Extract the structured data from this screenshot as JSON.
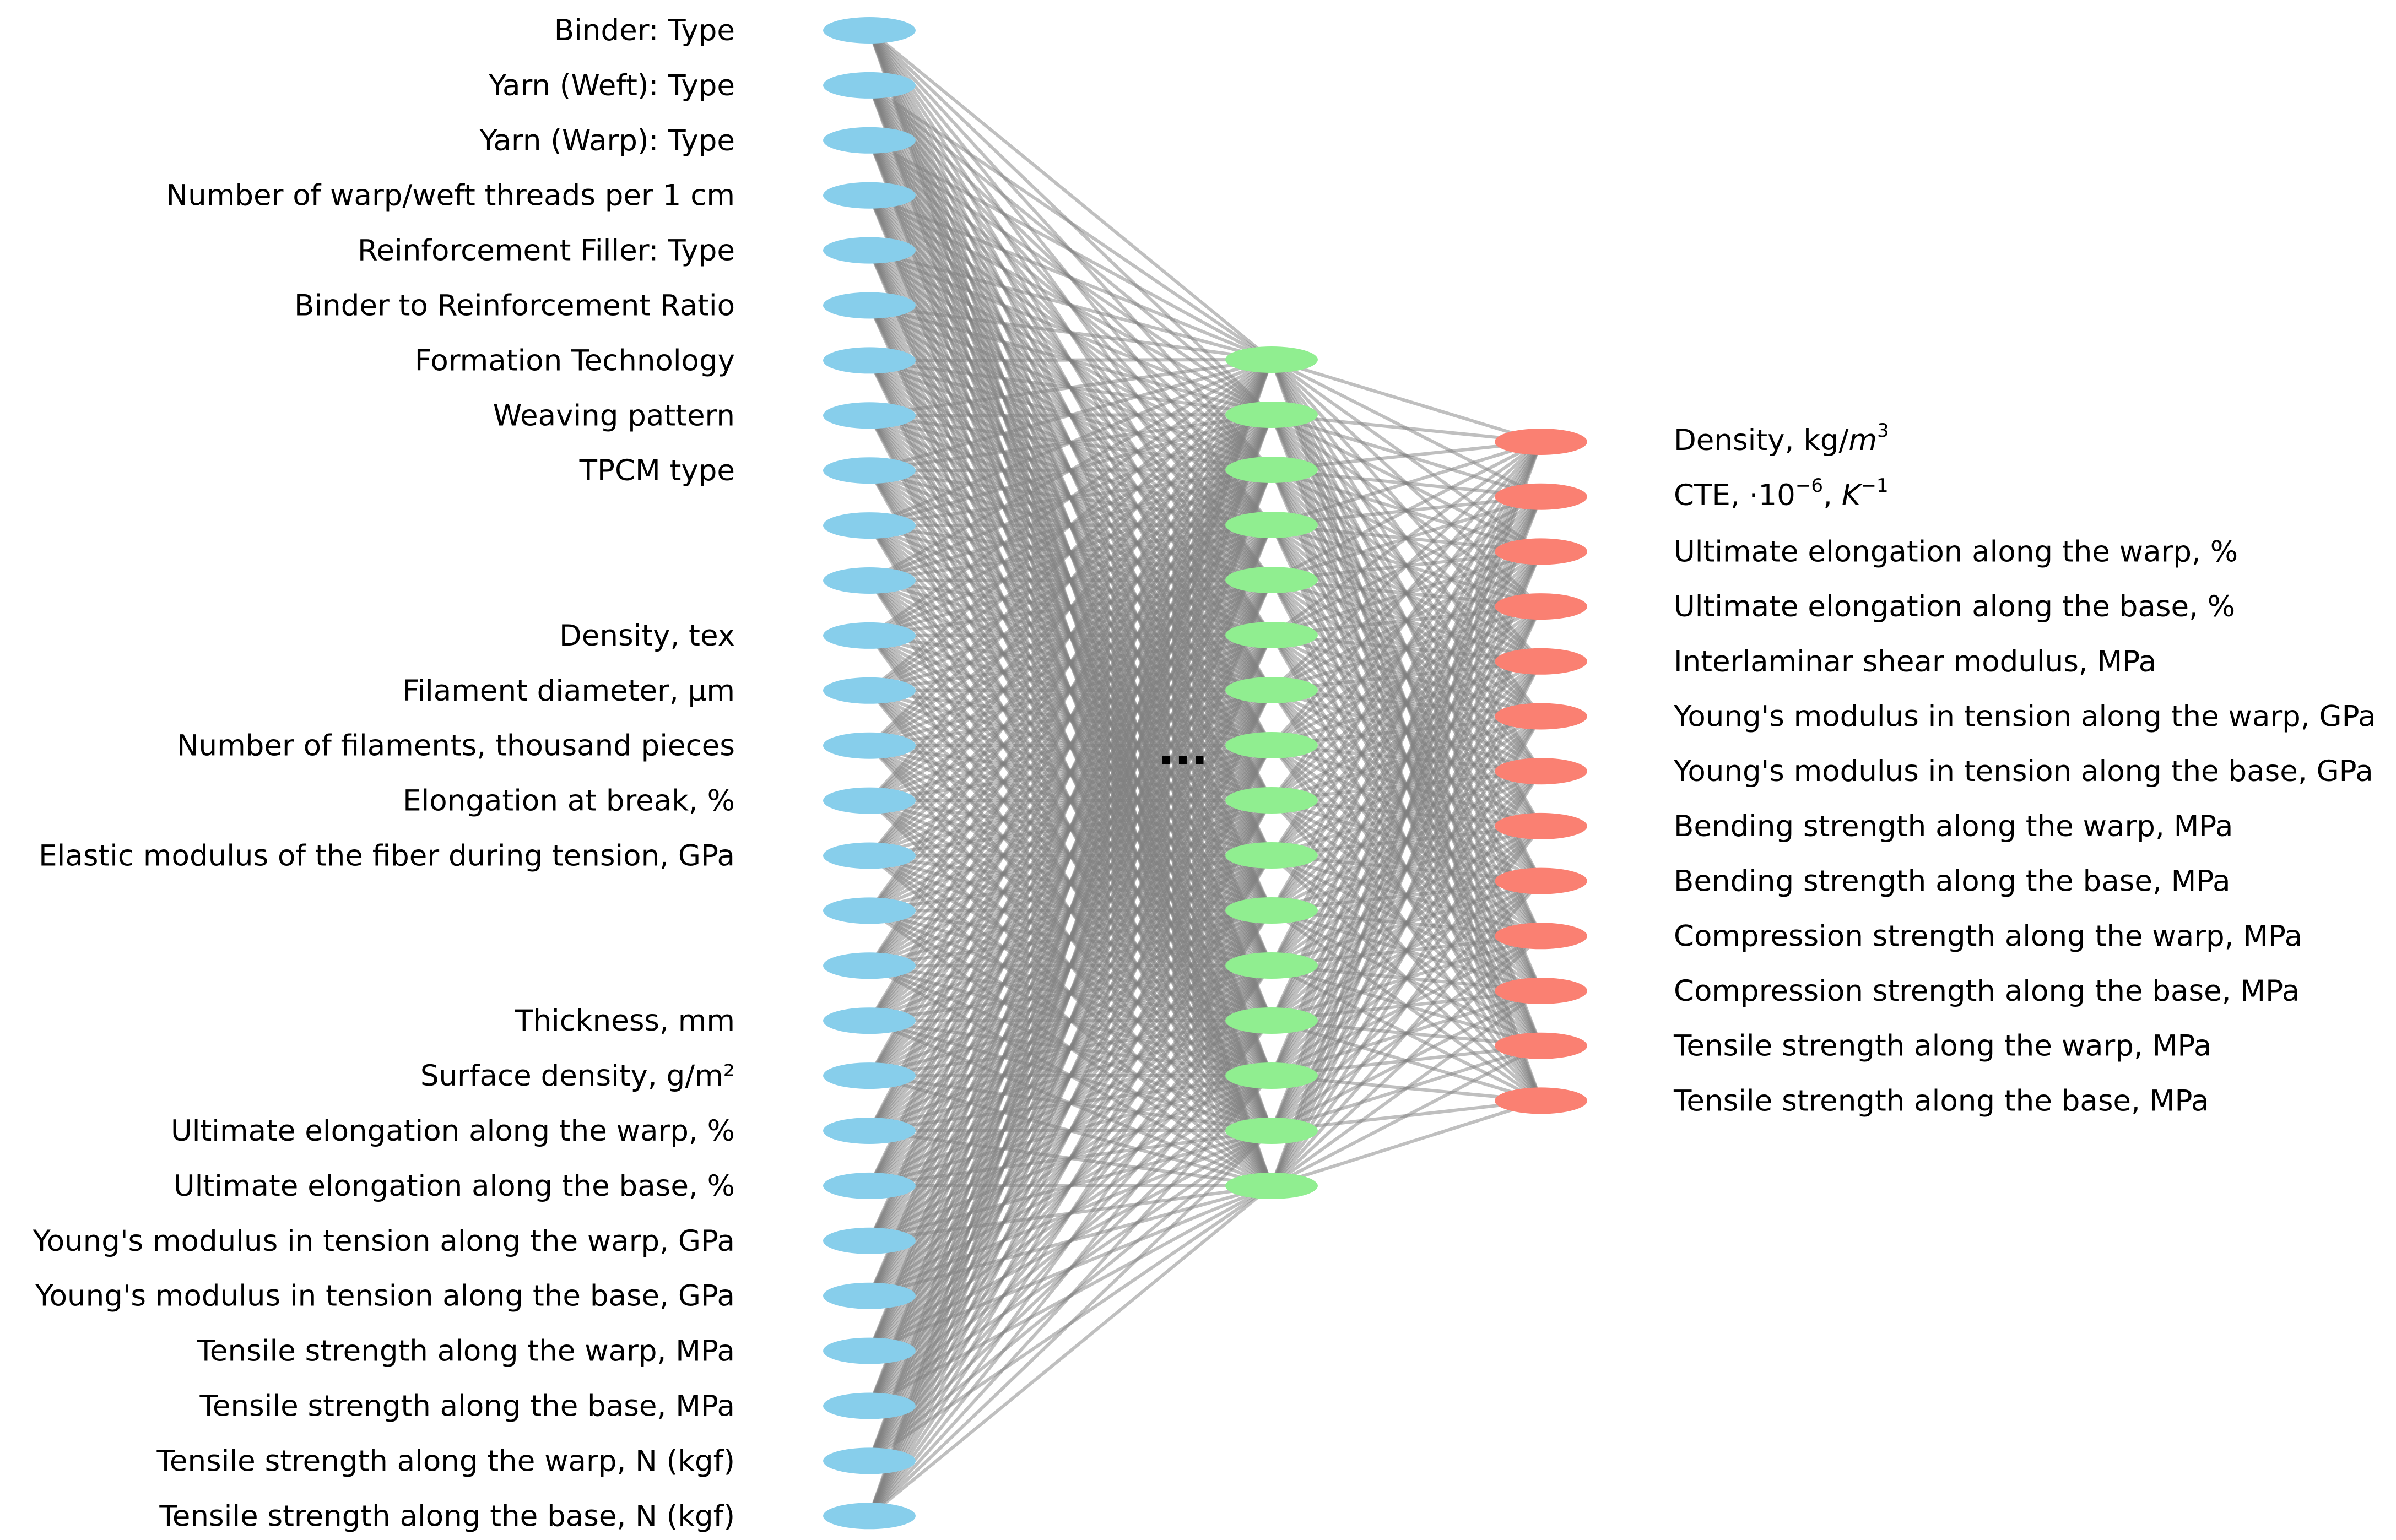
{
  "colors": {
    "input_node": "#87ceeb",
    "hidden_node": "#90ee90",
    "output_node": "#fa8072",
    "edge": "#808080",
    "text": "#000000"
  },
  "input_labels": [
    "Binder: Type",
    "Yarn (Weft): Type",
    "Yarn (Warp): Type",
    "Number of warp/weft threads per 1 cm",
    "Reinforcement Filler: Type",
    "Binder to Reinforcement Ratio",
    "Formation Technology",
    "Weaving pattern",
    "TPCM type",
    "",
    "",
    "Density, tex",
    "Filament diameter, µm",
    "Number of filaments, thousand pieces",
    "Elongation at break, %",
    "Elastic modulus of the fiber during tension, GPa",
    "",
    "",
    "Thickness, mm",
    "Surface density, g/m²",
    "Ultimate elongation along the warp, %",
    "Ultimate elongation along the base, %",
    "Young's modulus in tension along the warp, GPa",
    "Young's modulus in tension along the base, GPa",
    "Tensile strength along the warp, MPa",
    "Tensile strength along the base, MPa",
    "Tensile strength along the warp, N (kgf)",
    "Tensile strength along the base, N (kgf)"
  ],
  "hidden_node_count": 16,
  "hidden_ellipsis": "...",
  "output_labels": {
    "density_prefix": "Density, kg/",
    "density_unit_base": "m",
    "density_unit_exp": "3",
    "cte_prefix": "CTE, ·10",
    "cte_exp1": "−6",
    "cte_sep": ", ",
    "cte_base": "K",
    "cte_exp2": "−1",
    "rest": [
      "Ultimate elongation along the warp, %",
      "Ultimate elongation along the base, %",
      "Interlaminar shear modulus, MPa",
      "Young's modulus in tension along the warp, GPa",
      "Young's modulus in tension along the base, GPa",
      "Bending strength along the warp, MPa",
      "Bending strength along the base, MPa",
      "Compression strength along the warp, MPa",
      "Compression strength along the base, MPa",
      "Tensile strength along the warp, MPa",
      "Tensile strength along the base, MPa"
    ]
  }
}
